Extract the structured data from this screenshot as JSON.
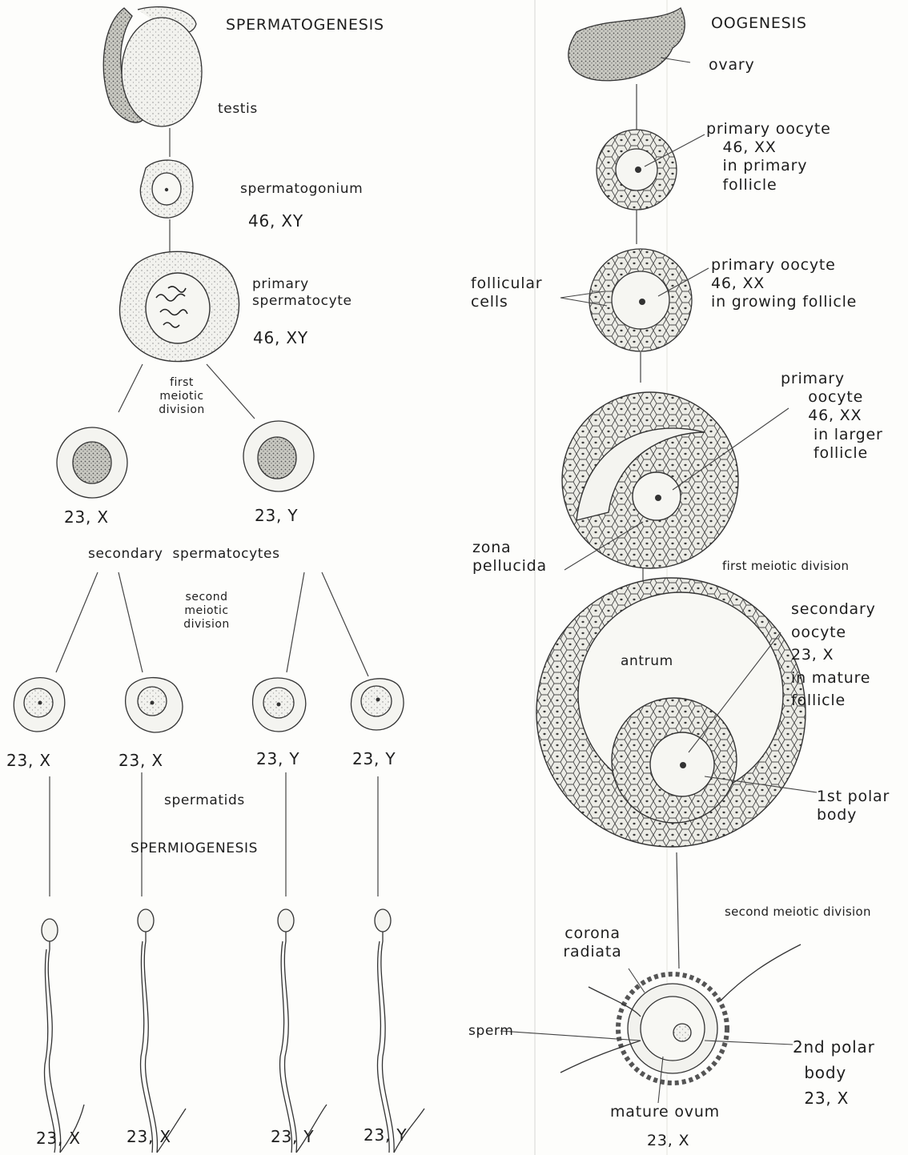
{
  "spermatogenesis": {
    "title": "SPERMATOGENESIS",
    "testis": "testis",
    "spermatogonium": "spermatogonium",
    "spermatogonium_karyotype": "46, XY",
    "primary_spermatocyte": "primary\nspermatocyte",
    "primary_spermatocyte_karyotype": "46, XY",
    "first_division": "first\nmeiotic\ndivision",
    "secondary_x": "23, X",
    "secondary_y": "23, Y",
    "secondary_spermatocytes": "secondary  spermatocytes",
    "second_division": "second\nmeiotic\ndivision",
    "spermatid_karyotypes": [
      "23, X",
      "23, X",
      "23, Y",
      "23, Y"
    ],
    "spermatids": "spermatids",
    "spermiogenesis": "SPERMIOGENESIS",
    "sperm_karyotypes": [
      "23, X",
      "23, X",
      "23, Y",
      "23, Y"
    ]
  },
  "oogenesis": {
    "title": "OOGENESIS",
    "ovary": "ovary",
    "primary_oocyte_1": "primary oocyte\n   46, XX\n   in primary\n   follicle",
    "follicular_cells": "follicular\ncells",
    "primary_oocyte_2": "primary oocyte\n46, XX\nin growing follicle",
    "primary_oocyte_3": "primary\n     oocyte\n     46, XX\n      in larger\n      follicle",
    "zona_pellucida": "zona\npellucida",
    "first_division": "first meiotic division",
    "secondary_oocyte": "secondary\noocyte\n23, X\nin mature\nfollicle",
    "antrum": "antrum",
    "first_polar_body": "1st polar\nbody",
    "second_division": "second meiotic division",
    "corona_radiata": "corona\nradiata",
    "sperm": "sperm",
    "second_polar_body": "2nd polar\n  body\n  23, X",
    "mature_ovum": "mature ovum",
    "mature_ovum_karyotype": "23, X"
  }
}
